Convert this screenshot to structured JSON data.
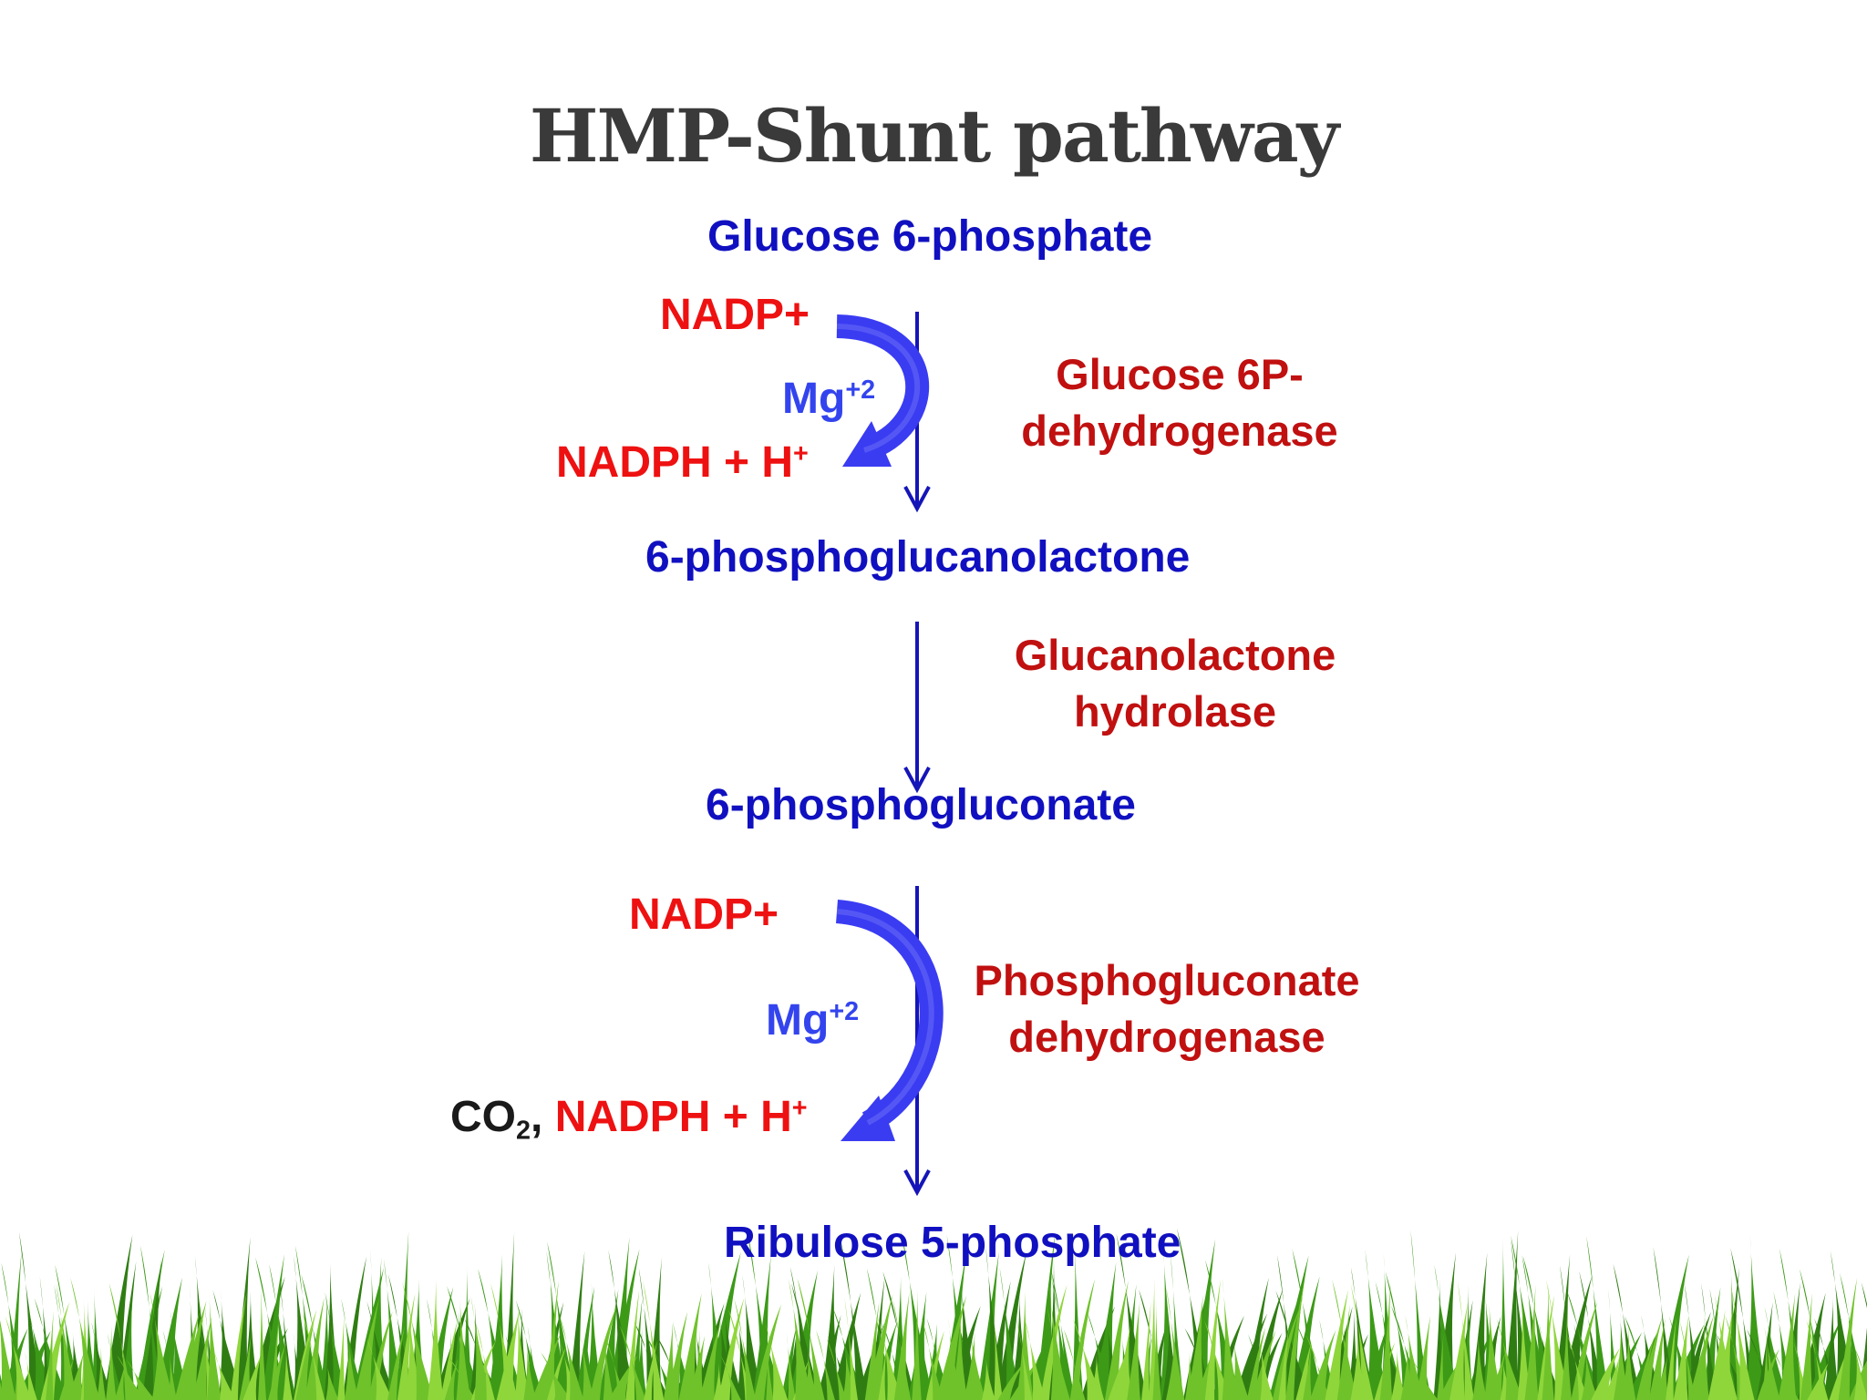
{
  "title": "HMP-Shunt pathway",
  "metabolites": {
    "m1": "Glucose 6-phosphate",
    "m2": "6-phosphoglucanolactone",
    "m3": "6-phosphogluconate",
    "m4": "Ribulose 5-phosphate"
  },
  "step1": {
    "cofactor_in": "NADP+",
    "ion_base": "Mg",
    "ion_charge": "+2",
    "cofactor_out_base": "NADPH + H",
    "cofactor_out_sup": "+",
    "enzyme_line1": "Glucose 6P-",
    "enzyme_line2": "dehydrogenase"
  },
  "step2": {
    "enzyme_line1": "Glucanolactone",
    "enzyme_line2": "hydrolase"
  },
  "step3": {
    "cofactor_in": "NADP+",
    "ion_base": "Mg",
    "ion_charge": "+2",
    "co2_base": "CO",
    "co2_sub": "2",
    "co2_sep": ",",
    "cofactor_out_base": "NADPH + H",
    "cofactor_out_sup": "+",
    "enzyme_line1": "Phosphogluconate",
    "enzyme_line2": "dehydrogenase"
  },
  "colors": {
    "title": "#3a3a3a",
    "metabolite": "#1010c0",
    "cofactor": "#ee1111",
    "magnesium": "#3344ee",
    "enzyme": "#c01010",
    "reaction_arrow": "#1515b8",
    "curved_arrow": "#3a3cf2",
    "grass_dark": "#2f7d12",
    "grass_light": "#7ccc2e"
  }
}
